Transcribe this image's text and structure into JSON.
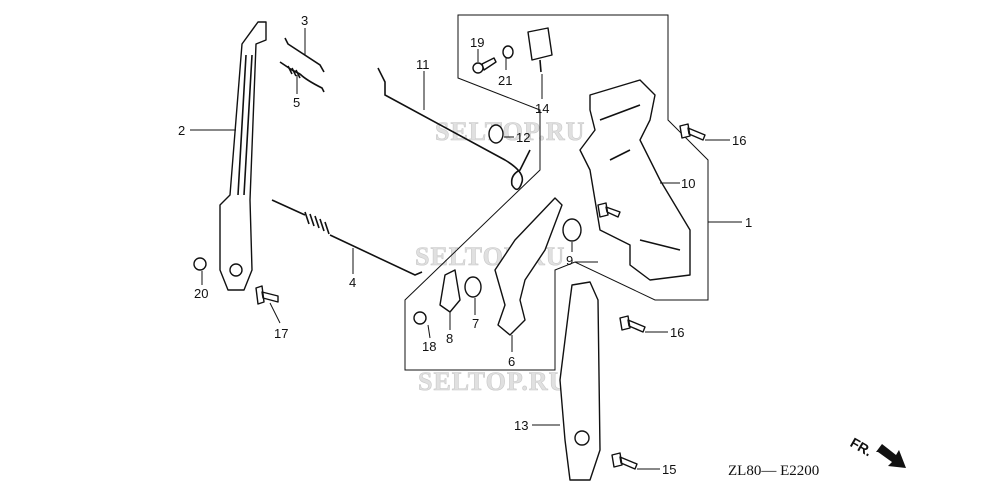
{
  "diagram": {
    "watermark": "SELTOP.RU",
    "code": "ZL80— E2200",
    "direction_label": "FR.",
    "callouts": [
      "1",
      "2",
      "3",
      "4",
      "5",
      "6",
      "7",
      "8",
      "9",
      "10",
      "11",
      "12",
      "13",
      "14",
      "15",
      "16",
      "16",
      "17",
      "18",
      "19",
      "20",
      "21"
    ]
  }
}
